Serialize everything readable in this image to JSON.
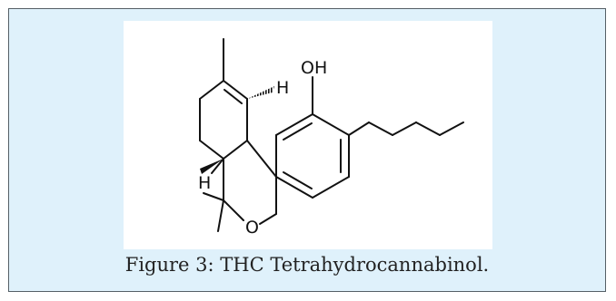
{
  "figure": {
    "caption": "Figure 3: THC Tetrahydrocannabinol.",
    "background_color": "#dff1fb",
    "border_color": "#555f66"
  },
  "molecule": {
    "labels": {
      "hydroxyl": "OH",
      "ring_oxygen": "O",
      "hydrogen_upper": "H",
      "hydrogen_lower": "H"
    },
    "bond_color": "#111111"
  }
}
